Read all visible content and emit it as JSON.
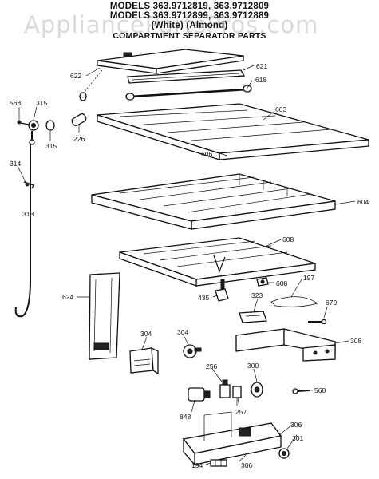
{
  "header": {
    "line1": "MODELS 363.9712819, 363.9712809",
    "line2": "MODELS 363.9712899, 363.9712889",
    "line3": "(White)      (Almond)",
    "line4": "COMPARTMENT SEPARATOR PARTS"
  },
  "watermark": "AppliancePartsPros.com",
  "callouts": {
    "p622": "622",
    "p621": "621",
    "p618": "618",
    "p568a": "568",
    "p315a": "315",
    "p315b": "315",
    "p226": "226",
    "p603": "603",
    "p606": "606",
    "p314": "314",
    "p313": "313",
    "p604": "604",
    "p608a": "608",
    "p608b": "608",
    "p197": "197",
    "p679": "679",
    "p435": "435",
    "p624": "624",
    "p323": "323",
    "p308": "308",
    "p304a": "304",
    "p304b": "304",
    "p256": "256",
    "p300": "300",
    "p568b": "568",
    "p257": "257",
    "p848": "848",
    "p306a": "306",
    "p301": "301",
    "p194": "194",
    "p306b": "306"
  }
}
